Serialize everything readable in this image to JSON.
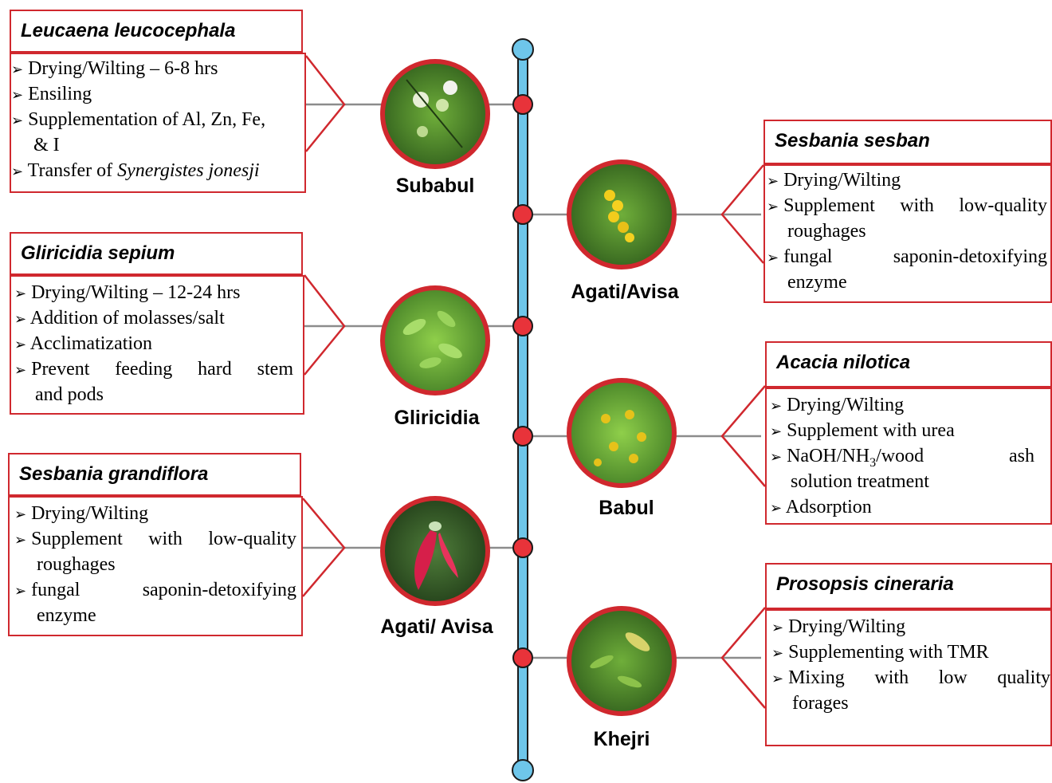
{
  "colors": {
    "accent_red": "#d0282e",
    "node_red": "#e8333a",
    "timeline_blue": "#6ec6ea",
    "timeline_outline": "#1a1a1a",
    "connector_gray": "#8c8c8c"
  },
  "timeline_nodes": [
    "Subabul",
    "Agati/Avisa",
    "Gliricidia",
    "Babul",
    "Agati/ Avisa",
    "Khejri"
  ],
  "plants": [
    {
      "label": "Subabul",
      "title": "Leucaena leucocephala",
      "image_icon": "subabul-leaf-photo-icon",
      "bullets": [
        "Drying/Wilting – 6-8 hrs",
        "Ensiling",
        "Supplementation of Al, Zn, Fe,",
        "& I",
        "Transfer of",
        "Synergistes jonesji"
      ]
    },
    {
      "label": "Gliricidia",
      "title": "Gliricidia sepium",
      "image_icon": "gliricidia-leaf-photo-icon",
      "bullets": [
        "Drying/Wilting – 12-24 hrs",
        "Addition of molasses/salt",
        "Acclimatization",
        "Prevent",
        "feeding",
        "hard",
        "stem",
        "and pods"
      ]
    },
    {
      "label": "Agati/ Avisa",
      "title": "Sesbania grandiflora",
      "image_icon": "agati-red-flower-photo-icon",
      "bullets": [
        "Drying/Wilting",
        "Supplement",
        "with",
        "low-quality",
        "roughages",
        "fungal",
        "saponin-detoxifying",
        "enzyme"
      ]
    },
    {
      "label": "Agati/Avisa",
      "title": "Sesbania sesban",
      "image_icon": "sesban-yellow-flower-photo-icon",
      "bullets": [
        "Drying/Wilting",
        "Supplement",
        "with",
        "low-quality",
        "roughages",
        "fungal",
        "saponin-detoxifying",
        "enzyme"
      ]
    },
    {
      "label": "Babul",
      "title": "Acacia nilotica",
      "image_icon": "babul-yellow-flower-photo-icon",
      "bullets": [
        "Drying/Wilting",
        "Supplement with urea",
        "NaOH/NH",
        "3",
        "/wood",
        "ash",
        "solution treatment",
        "Adsorption"
      ]
    },
    {
      "label": "Khejri",
      "title": "Prosopsis cineraria",
      "image_icon": "khejri-leaf-photo-icon",
      "bullets": [
        "Drying/Wilting",
        "Supplementing with TMR",
        "Mixing",
        "with",
        "low",
        "quality",
        "forages"
      ]
    }
  ]
}
